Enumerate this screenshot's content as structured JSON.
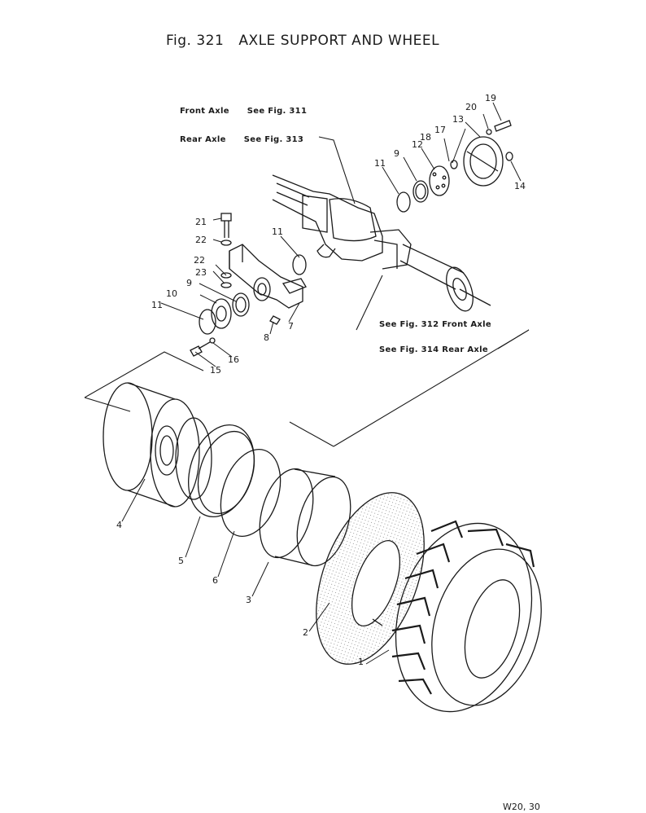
{
  "title": {
    "fig": "Fig. 321",
    "text": "AXLE SUPPORT AND WHEEL"
  },
  "refs": {
    "front_axle": {
      "label": "Front Axle",
      "see": "See Fig. 311"
    },
    "rear_axle": {
      "label": "Rear Axle",
      "see": "See Fig. 313"
    },
    "see_312": "See Fig. 312 Front Axle",
    "see_314": "See Fig. 314 Rear Axle"
  },
  "doc_code": "W20, 30",
  "parts": [
    {
      "n": "1"
    },
    {
      "n": "2"
    },
    {
      "n": "3"
    },
    {
      "n": "4"
    },
    {
      "n": "5"
    },
    {
      "n": "6"
    },
    {
      "n": "7"
    },
    {
      "n": "8"
    },
    {
      "n": "9"
    },
    {
      "n": "9"
    },
    {
      "n": "10"
    },
    {
      "n": "11"
    },
    {
      "n": "11"
    },
    {
      "n": "11"
    },
    {
      "n": "12"
    },
    {
      "n": "13"
    },
    {
      "n": "14"
    },
    {
      "n": "15"
    },
    {
      "n": "16"
    },
    {
      "n": "17"
    },
    {
      "n": "18"
    },
    {
      "n": "19"
    },
    {
      "n": "20"
    },
    {
      "n": "21"
    },
    {
      "n": "22"
    },
    {
      "n": "22"
    },
    {
      "n": "23"
    }
  ]
}
